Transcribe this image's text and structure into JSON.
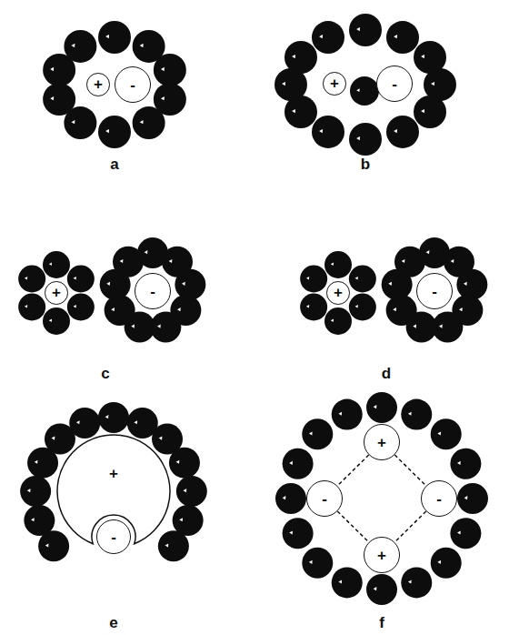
{
  "diagram": {
    "nodes": [
      {
        "text": [
          "+"
        ]
      },
      {
        "text": [
          "-"
        ]
      },
      {
        "text": [
          "+"
        ]
      },
      {
        "text": [
          "-"
        ]
      },
      {
        "text": [
          "+"
        ]
      },
      {
        "text": [
          "-"
        ]
      },
      {
        "text": [
          "+"
        ]
      },
      {
        "text": [
          "-"
        ]
      },
      {
        "text": [
          "+"
        ]
      },
      {
        "text": [
          "-"
        ]
      },
      {
        "text": [
          "+"
        ]
      },
      {
        "text": [
          "-"
        ]
      },
      {
        "text": [
          "-"
        ]
      },
      {
        "text": [
          "+"
        ]
      }
    ],
    "edges": [
      {
        "from": 10,
        "to": 11,
        "arrow": "none"
      },
      {
        "from": 10,
        "to": 12,
        "arrow": "none"
      },
      {
        "from": 11,
        "to": 13,
        "arrow": "none"
      },
      {
        "from": 12,
        "to": 13,
        "arrow": "none"
      }
    ],
    "labels": [
      "a",
      "b",
      "c",
      "d",
      "e",
      "f"
    ]
  }
}
